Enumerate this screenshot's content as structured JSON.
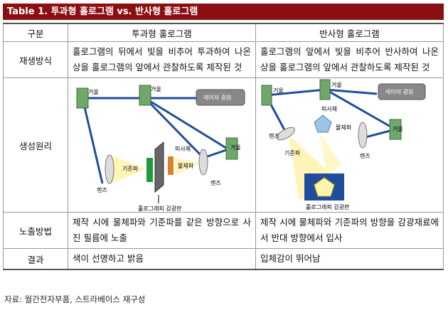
{
  "title": "Table 1. 투과형 홀로그램 vs. 반사형 홀로그램",
  "table": {
    "header": [
      "구분",
      "투과형 홀로그램",
      "반사형 홀로그램"
    ],
    "rows": [
      {
        "label": "재생방식",
        "transmission": "홀로그램의 뒤에서 빛을 비추어 투과하여 나온 상을 홀로그램의 앞에서 관찰하도록 제작된 것",
        "reflection": "홀로그램의 앞에서 빛을 비추어 반사하여 나온 상을 홀로그램의 앞에서 관찰하도록 제작된 것"
      },
      {
        "label": "생성원리"
      },
      {
        "label": "노출방법",
        "transmission": "제작 시에 물체파와 기준파를 같은 방향으로 사진 필름에 노출",
        "reflection": "제작 시에 물체파와 기준파의 방향을 감광재료에서 반대 방향에서 입사"
      },
      {
        "label": "결과",
        "transmission": "색이 선명하고 밝음",
        "reflection": "입체감이 뛰어남"
      }
    ]
  },
  "diagram_labels": {
    "mirror": "거울",
    "laser": "레이저 광원",
    "lens": "렌즈",
    "reference_wave": "기준파",
    "object_wave": "물체파",
    "subject": "피사체",
    "photo_plate": "홀로그래피 감광판"
  },
  "colors": {
    "title_bg": "#8b0f12",
    "beam": "#1f4e9c",
    "mirror": "#6fa86a",
    "plate_green": "#1e9a3a",
    "subject_orange": "#d9822b",
    "pentagon": "#9dc3e6"
  },
  "source": "자료: 월간전자부품, 스트라베이스 재구성"
}
